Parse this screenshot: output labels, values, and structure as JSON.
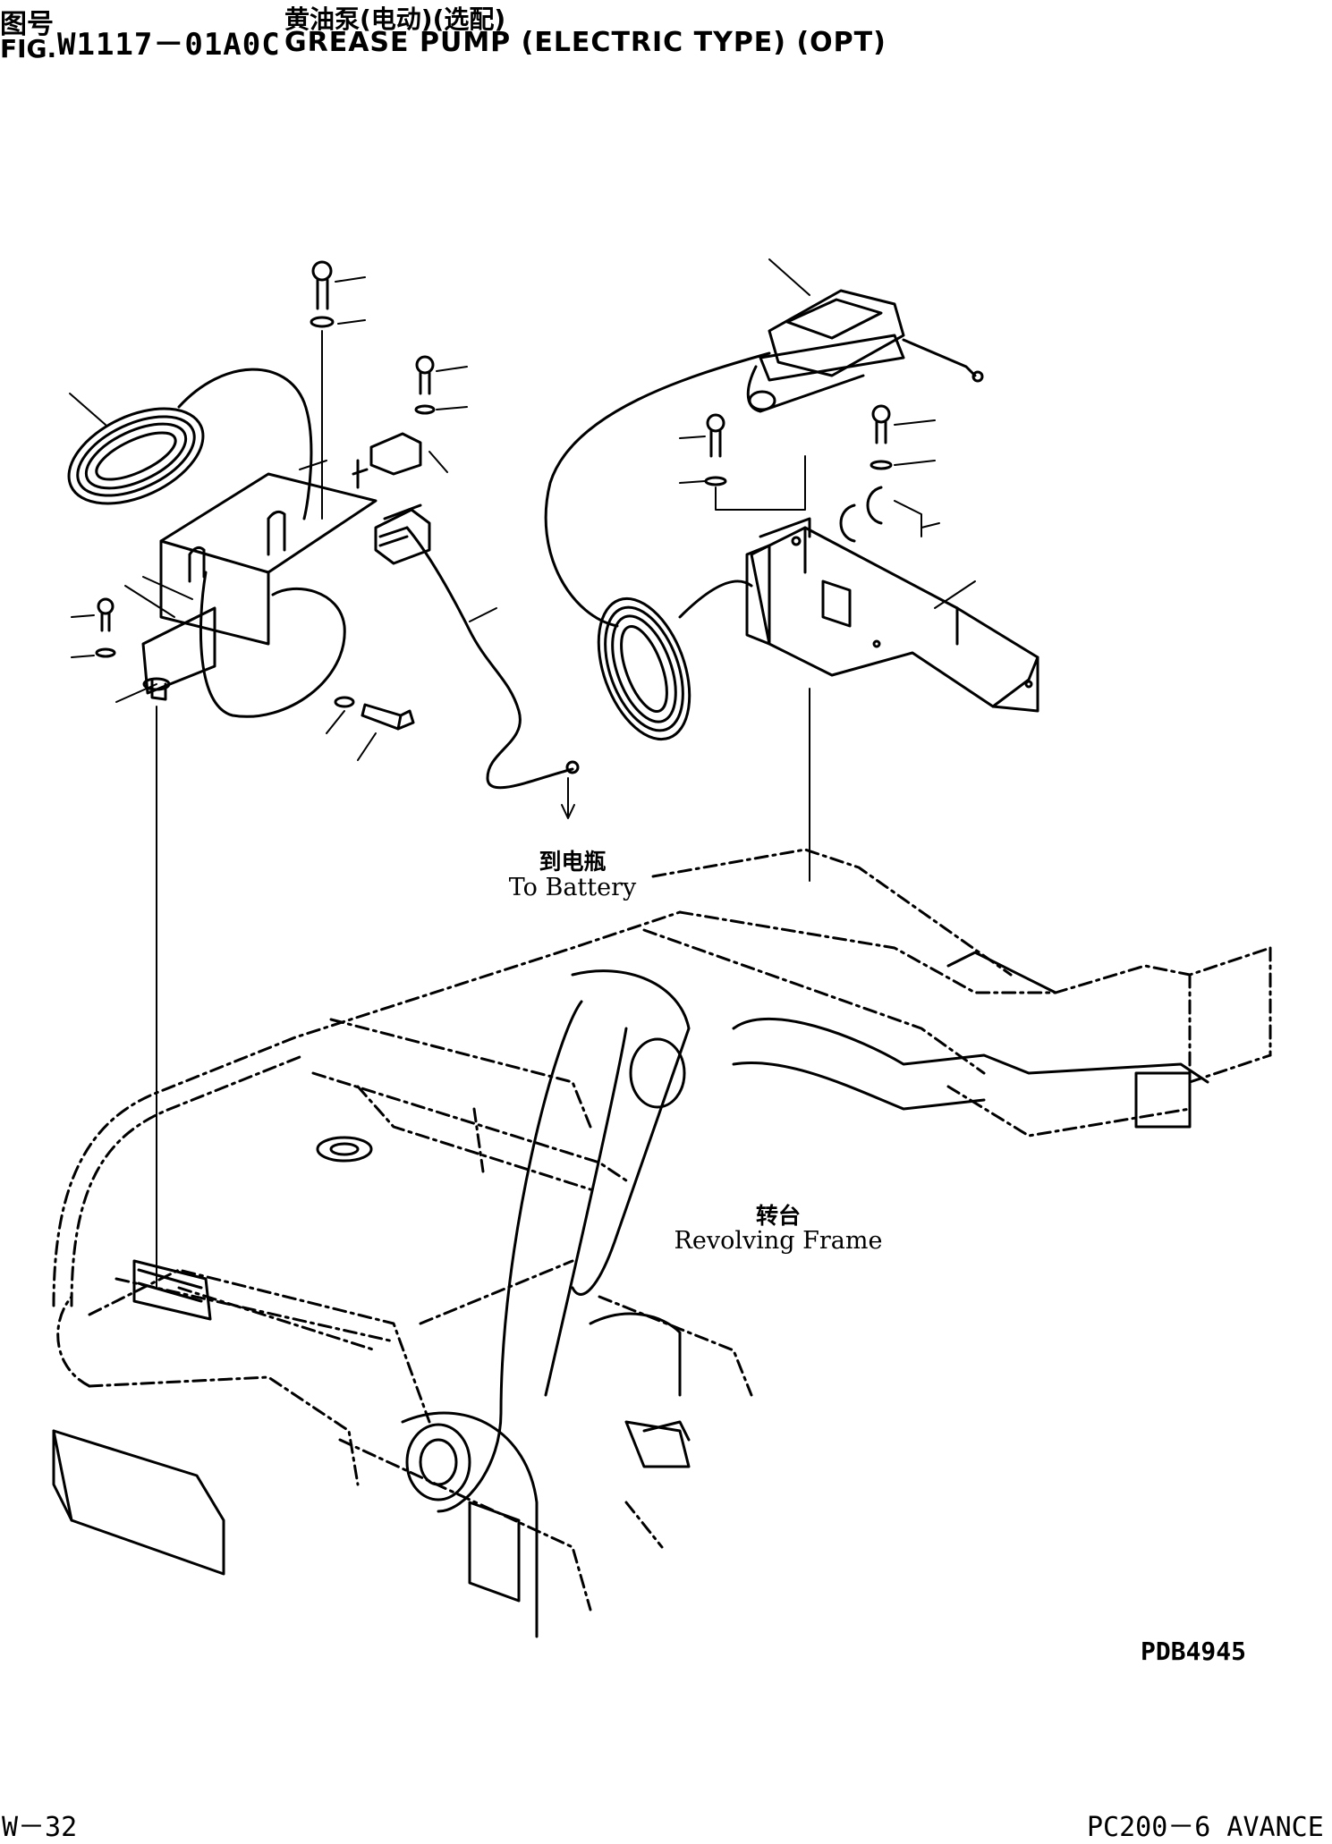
{
  "header": {
    "fig_cn_label": "图号",
    "fig_en_label": "FIG.",
    "fig_number": "W1117－01A0C",
    "title_cn": "黄油泵(电动)(选配)",
    "title_en": "GREASE PUMP (ELECTRIC TYPE) (OPT)"
  },
  "labels": {
    "battery_cn": "到电瓶",
    "battery_en": "To Battery",
    "frame_cn": "转台",
    "frame_en": "Revolving Frame"
  },
  "footer": {
    "drawing_code": "PDB4945",
    "page_number": "W－32",
    "machine_model": "PC200－6 AVANCE"
  },
  "colors": {
    "ink": "#000000",
    "paper": "#ffffff"
  }
}
